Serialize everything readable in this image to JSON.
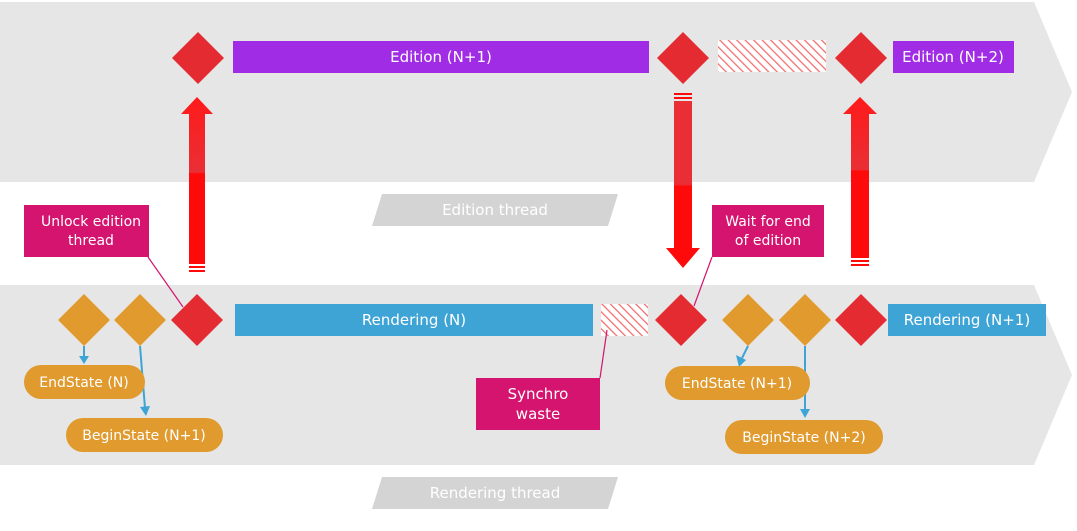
{
  "edition": {
    "bar_n1": "Edition (N+1)",
    "bar_n2": "Edition (N+2)",
    "thread_label": "Edition thread"
  },
  "rendering": {
    "bar_n": "Rendering (N)",
    "bar_n1": "Rendering (N+1)",
    "thread_label": "Rendering thread"
  },
  "callouts": {
    "unlock_line1": "Unlock edition",
    "unlock_line2": "thread",
    "wait_line1": "Wait for end",
    "wait_line2": "of edition",
    "synchro_line1": "Synchro",
    "synchro_line2": "waste"
  },
  "states": {
    "end_n": "EndState (N)",
    "begin_n1": "BeginState (N+1)",
    "end_n1": "EndState (N+1)",
    "begin_n2": "BeginState (N+2)"
  },
  "colors": {
    "lane": "#e6e6e6",
    "label_tag": "#d4d4d4",
    "edition_bar": "#a12ce6",
    "rendering_bar": "#3ea4d6",
    "sync_diamond": "#e42b32",
    "state_diamond": "#e09a2e",
    "state_pill": "#e09a2e",
    "callout": "#d4146e",
    "arrow": "#ff0a0a",
    "hatch": "#f26b6b",
    "connector": "#3ea4d6"
  }
}
